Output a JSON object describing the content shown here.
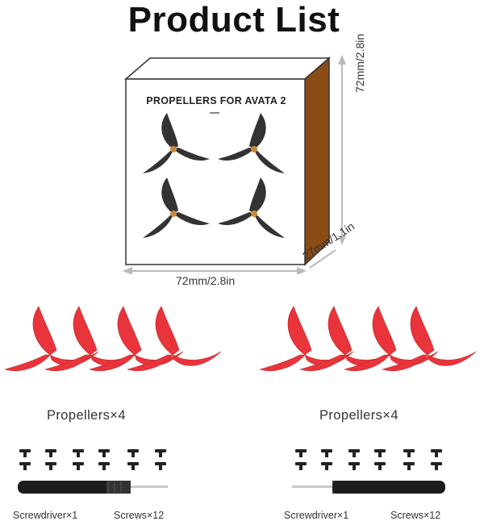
{
  "title": "Product List",
  "box": {
    "label": "PROPELLERS FOR AVATA 2",
    "width_label": "72mm/2.8in",
    "height_label": "72mm/2.8in",
    "depth_label": "27mm/1.1in"
  },
  "left_set": {
    "propellers_caption": "Propellers×4",
    "screwdriver_caption": "Screwdriver×1",
    "screws_caption": "Screws×12"
  },
  "right_set": {
    "propellers_caption": "Propellers×4",
    "screwdriver_caption": "Screwdriver×1",
    "screws_caption": "Screws×12"
  },
  "colors": {
    "propeller_red": "#e8343a",
    "propeller_black": "#333333",
    "box_side": "#8a4b14"
  }
}
